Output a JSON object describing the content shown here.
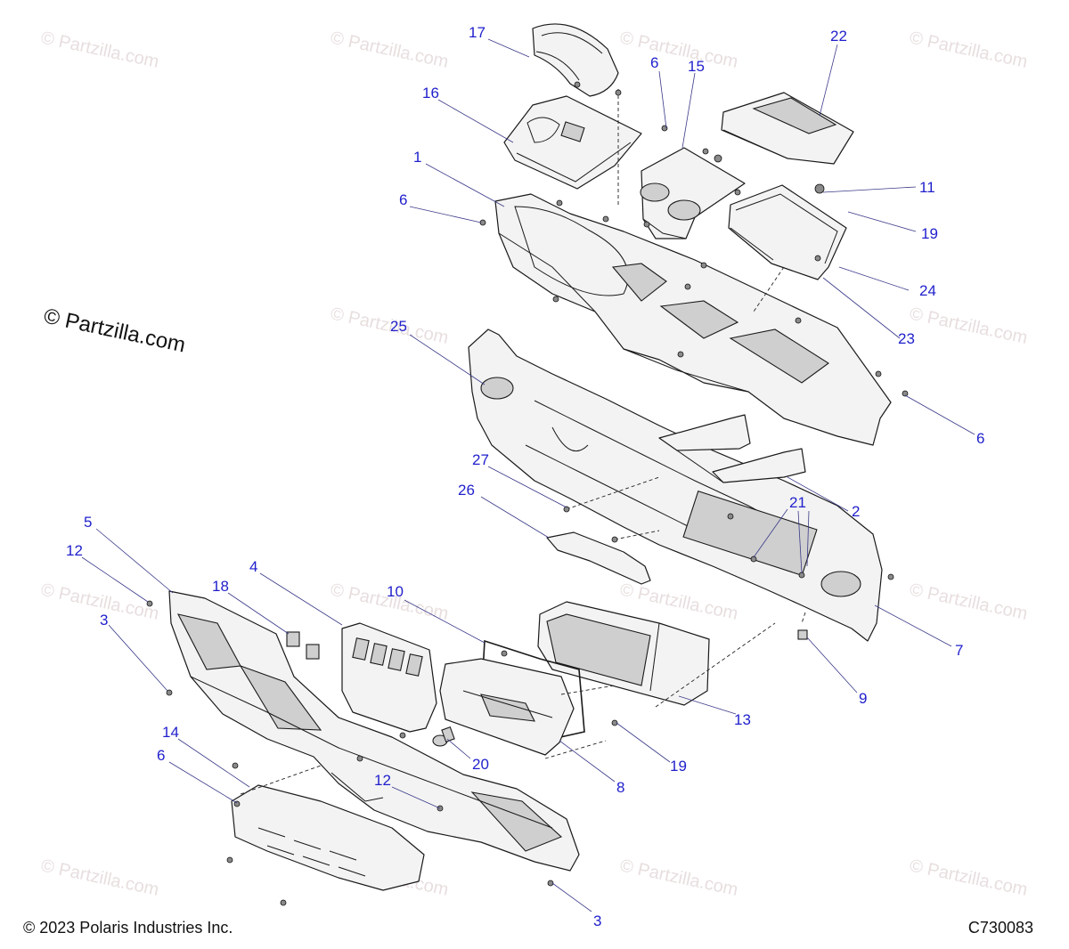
{
  "watermark_text": "© Partzilla.com",
  "logo_text": "© Partzilla.com",
  "copyright": "© 2023 Polaris Industries Inc.",
  "figure_code": "C730083",
  "callouts": {
    "c17": "17",
    "c16": "16",
    "c1": "1",
    "c6a": "6",
    "c15": "15",
    "c22": "22",
    "c11": "11",
    "c19a": "19",
    "c24": "24",
    "c23": "23",
    "c6b": "6",
    "c6c": "6",
    "c25": "25",
    "c27": "27",
    "c26": "26",
    "c2": "2",
    "c21": "21",
    "c5": "5",
    "c12a": "12",
    "c3a": "3",
    "c4": "4",
    "c18": "18",
    "c10": "10",
    "c7": "7",
    "c9": "9",
    "c13": "13",
    "c19b": "19",
    "c20": "20",
    "c8": "8",
    "c14": "14",
    "c6d": "6",
    "c12b": "12",
    "c3b": "3"
  },
  "colors": {
    "callout": "#1f1fcc",
    "outline": "#1a1a1a",
    "watermark": "#d9c9c9"
  }
}
